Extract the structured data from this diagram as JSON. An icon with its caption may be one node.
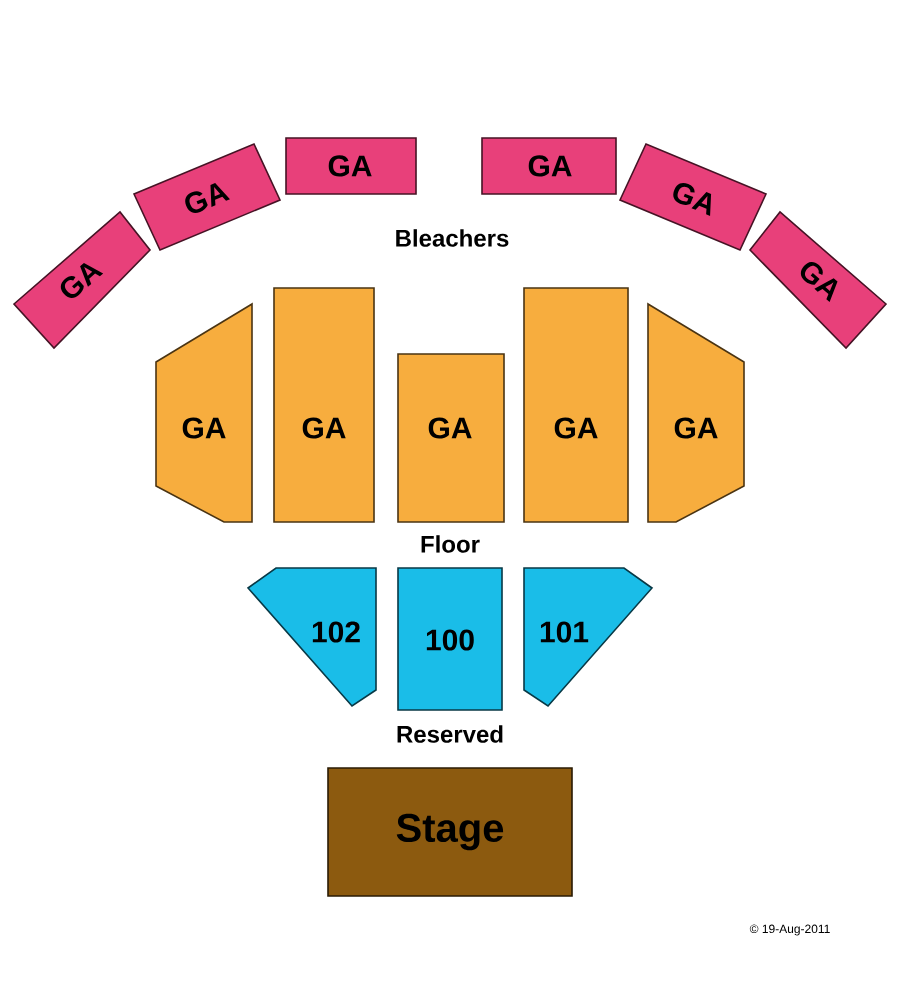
{
  "diagram": {
    "nodes": [
      {
        "text": [
          "GA"
        ]
      },
      {
        "text": [
          "GA"
        ]
      },
      {
        "text": [
          "GA"
        ]
      },
      {
        "text": [
          "GA"
        ]
      },
      {
        "text": [
          "GA"
        ]
      },
      {
        "text": [
          "GA"
        ]
      },
      {
        "text": [
          "GA"
        ]
      },
      {
        "text": [
          "GA"
        ]
      },
      {
        "text": [
          "GA"
        ]
      },
      {
        "text": [
          "GA"
        ]
      },
      {
        "text": [
          "GA"
        ]
      },
      {
        "text": [
          "102"
        ]
      },
      {
        "text": [
          "100"
        ]
      },
      {
        "text": [
          "101"
        ]
      },
      {
        "text": [
          "Stage"
        ]
      }
    ],
    "labels": [
      "Bleachers",
      "Floor",
      "Reserved",
      "© 19-Aug-2011"
    ]
  }
}
